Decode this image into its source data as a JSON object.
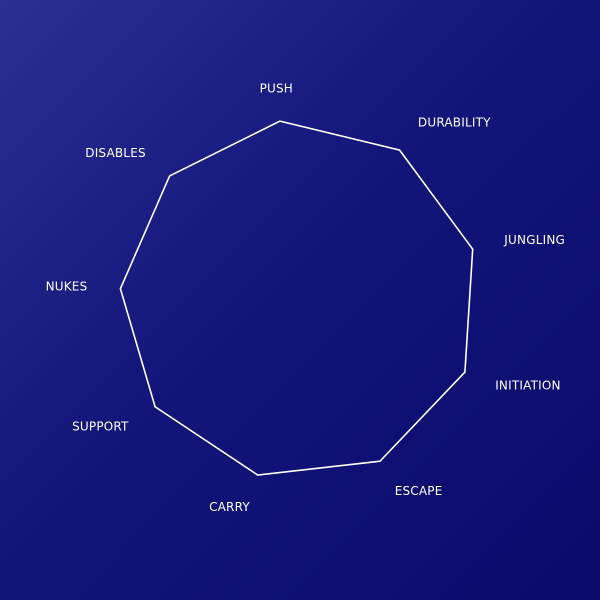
{
  "chart_data": {
    "type": "radar",
    "categories": [
      "PUSH",
      "DURABILITY",
      "JUNGLING",
      "INITIATION",
      "ESCAPE",
      "CARRY",
      "SUPPORT",
      "NUKES",
      "DISABLES"
    ],
    "values": [
      1,
      1,
      1,
      1,
      1,
      1,
      1,
      1,
      1
    ],
    "rlim": [
      0,
      1
    ],
    "grid": false,
    "legend": "none",
    "colors": {
      "line": "#ffffff",
      "label": "#ffffff",
      "background_start": "#2b2f94",
      "background_end": "#0a0a6a"
    }
  }
}
